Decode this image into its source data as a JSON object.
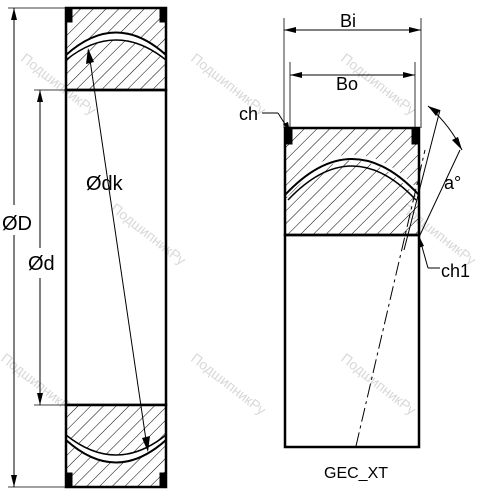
{
  "labels": {
    "outer_diameter": "ØD",
    "bore_diameter": "Ød",
    "sphere_diameter": "Ødk",
    "inner_width": "Bi",
    "outer_width": "Bo",
    "chamfer_outer": "ch",
    "chamfer_inner": "ch1",
    "tilt_angle": "a°",
    "model": "GEC_XT"
  },
  "watermark": "ПодшипникРу",
  "colors": {
    "line": "#000000",
    "hatch": "#000000",
    "background": "#ffffff",
    "watermark": "#d8d8d8"
  }
}
